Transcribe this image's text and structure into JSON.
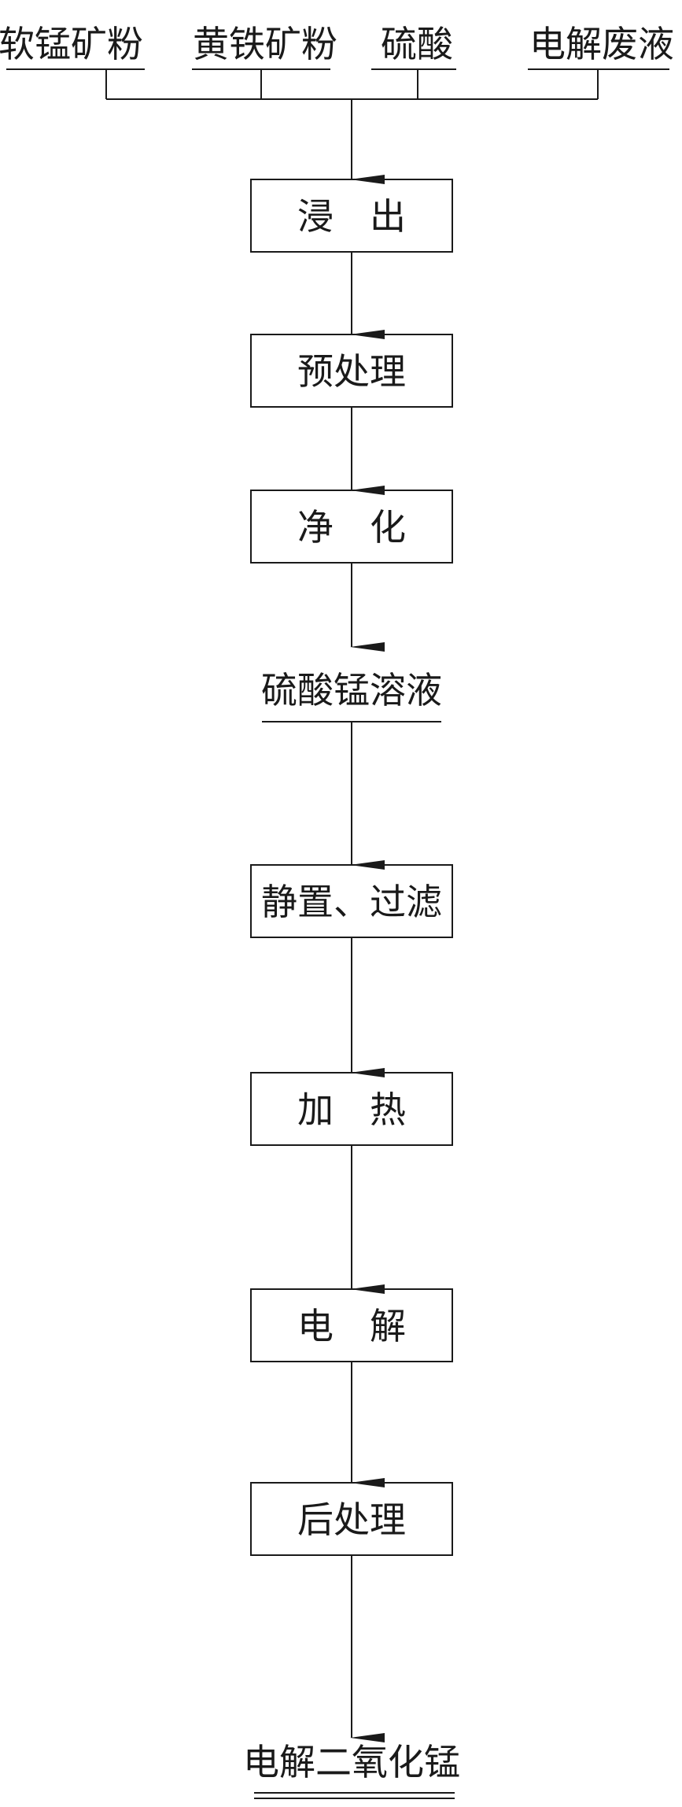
{
  "inputs": [
    {
      "label": "软锰矿粉"
    },
    {
      "label": "黄铁矿粉"
    },
    {
      "label": "硫酸"
    },
    {
      "label": "电解废液"
    }
  ],
  "steps": {
    "leaching": "浸　出",
    "pretreatment": "预处理",
    "purification": "净　化",
    "manganese_sulfate_solution": "硫酸锰溶液",
    "settling_filtering": "静置、过滤",
    "heating": "加　热",
    "electrolysis": "电　解",
    "post_treatment": "后处理",
    "product": "电解二氧化锰"
  },
  "colors": {
    "line": "#1a1a1a",
    "background": "#ffffff"
  }
}
